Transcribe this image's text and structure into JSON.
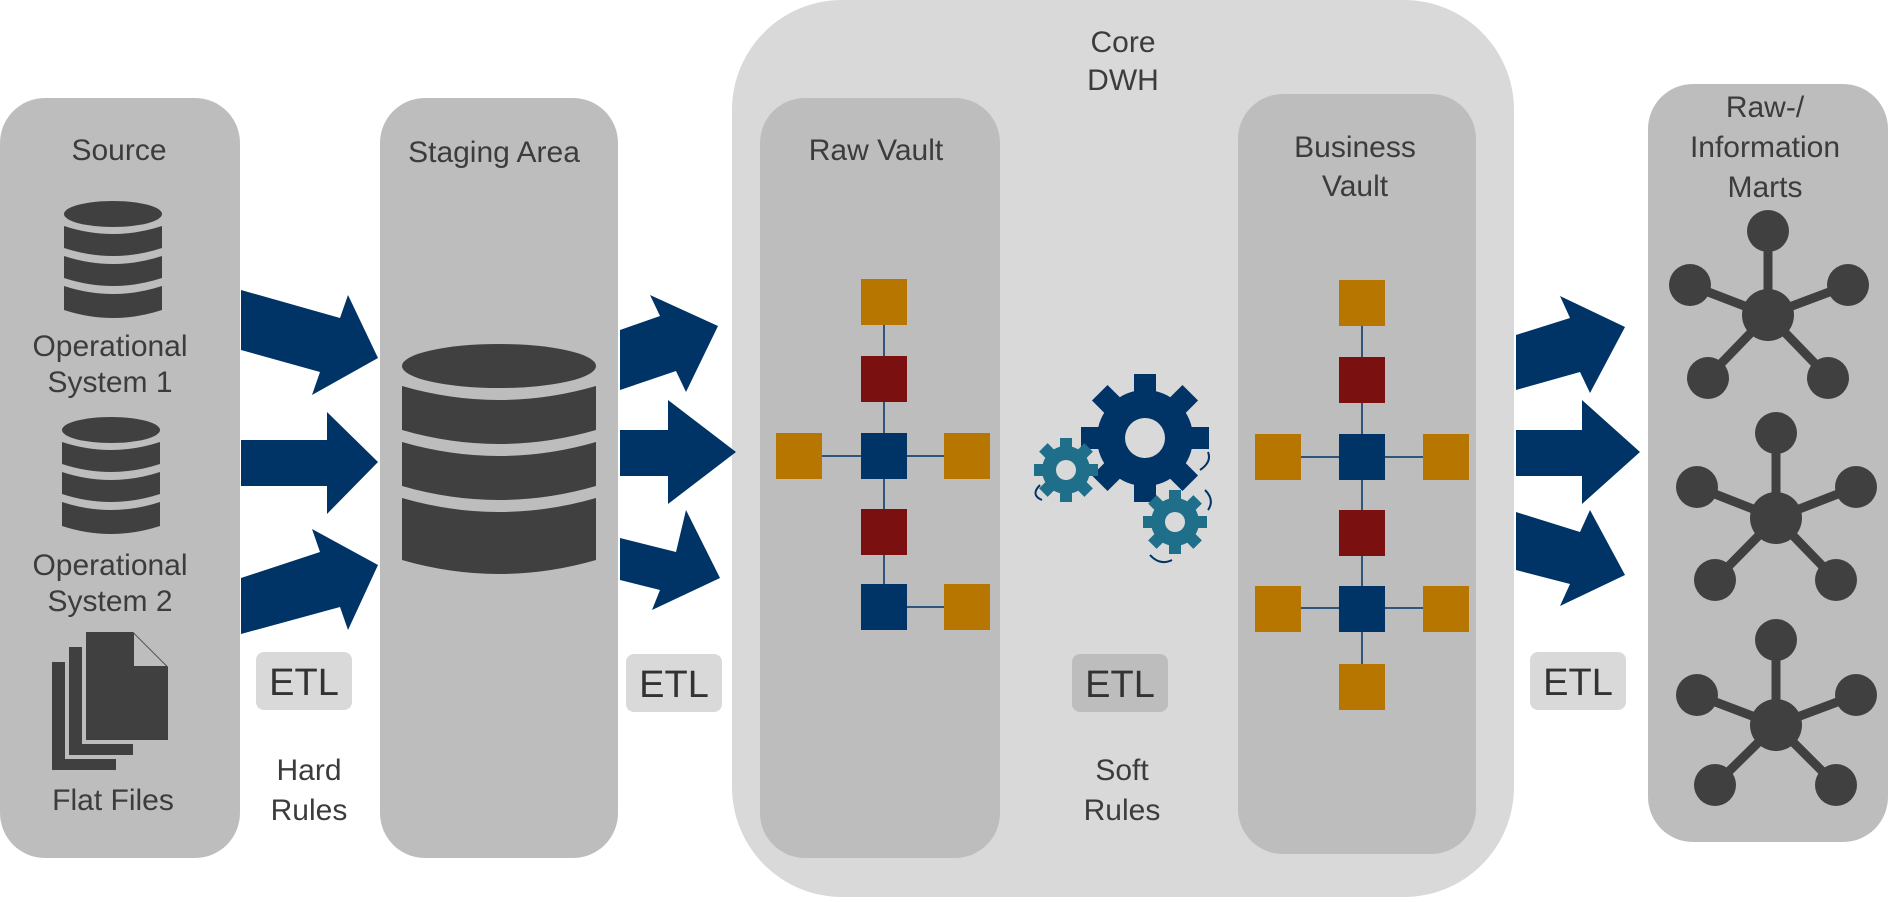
{
  "colors": {
    "panel": "#bdbdbd",
    "core_bg": "#d9d9d9",
    "dark_gray": "#404040",
    "navy": "#003366",
    "orange": "#b77600",
    "dark_red": "#7a1010",
    "teal": "#1f6f8b",
    "etl_box": "#d9d9d9"
  },
  "source": {
    "title": "Source",
    "system1": [
      "Operational",
      "System 1"
    ],
    "system2": [
      "Operational",
      "System 2"
    ],
    "flat_files": "Flat Files",
    "icons": [
      "database-icon",
      "database-icon",
      "files-icon"
    ]
  },
  "staging": {
    "title": "Staging Area",
    "icon": "database-icon"
  },
  "core": {
    "title": [
      "Core",
      "DWH"
    ],
    "raw_vault": {
      "title": "Raw Vault",
      "icon": "data-vault-model-icon"
    },
    "business_vault": {
      "title": [
        "Business",
        "Vault"
      ],
      "icon": "data-vault-model-icon"
    },
    "gears_icon": "gears-icon"
  },
  "marts": {
    "title": [
      "Raw-/",
      "Information",
      "Marts"
    ],
    "icons": [
      "star-schema-icon",
      "star-schema-icon",
      "star-schema-icon"
    ]
  },
  "etl": {
    "label": "ETL",
    "hard_rules": [
      "Hard",
      "Rules"
    ],
    "soft_rules": [
      "Soft",
      "Rules"
    ]
  }
}
